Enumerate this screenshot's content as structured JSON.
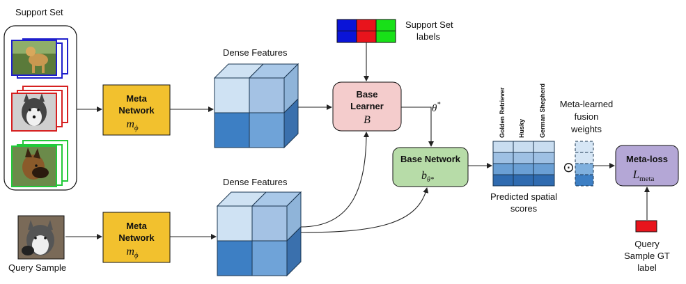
{
  "support_set": {
    "label": "Support Set",
    "images": [
      {
        "icon": "golden-retriever-photo",
        "frame_color": "#1f1fcc"
      },
      {
        "icon": "husky-photo",
        "frame_color": "#d62020"
      },
      {
        "icon": "german-shepherd-photo",
        "frame_color": "#22c93a"
      }
    ]
  },
  "support_labels": {
    "line1": "Support Set",
    "line2": "labels",
    "colors": [
      "#0a14d8",
      "#e8141c",
      "#18e018"
    ]
  },
  "meta_network_top": {
    "line1": "Meta",
    "line2": "Network",
    "symbol": "m",
    "subscript": "ϕ",
    "color": "#f2c12e"
  },
  "meta_network_bottom": {
    "line1": "Meta",
    "line2": "Network",
    "symbol": "m",
    "subscript": "ϕ",
    "color": "#f2c12e"
  },
  "dense_features_top": {
    "label": "Dense Features"
  },
  "dense_features_bottom": {
    "label": "Dense Features"
  },
  "base_learner": {
    "line1": "Base",
    "line2": "Learner",
    "symbol": "B",
    "color": "#f4cccc"
  },
  "theta_star": {
    "symbol": "θ",
    "superscript": "*"
  },
  "base_network": {
    "line1": "Base Network",
    "symbol": "b",
    "subscript": "θ*",
    "color": "#b7dca8"
  },
  "score_columns": [
    "Golden Retriever",
    "Husky",
    "German Shepherd"
  ],
  "predicted_scores": {
    "line1": "Predicted spatial",
    "line2": "scores"
  },
  "fusion_weights": {
    "line1": "Meta-learned",
    "line2": "fusion",
    "line3": "weights"
  },
  "hadamard": {
    "symbol": "⊙"
  },
  "meta_loss": {
    "line1": "Meta-loss",
    "symbol": "L",
    "subscript": "meta",
    "color": "#b4a7d6"
  },
  "query_sample": {
    "label": "Query Sample",
    "icon": "husky-query-photo"
  },
  "query_gt": {
    "line1": "Query",
    "line2": "Sample GT",
    "line3": "label",
    "color": "#e8141c"
  }
}
